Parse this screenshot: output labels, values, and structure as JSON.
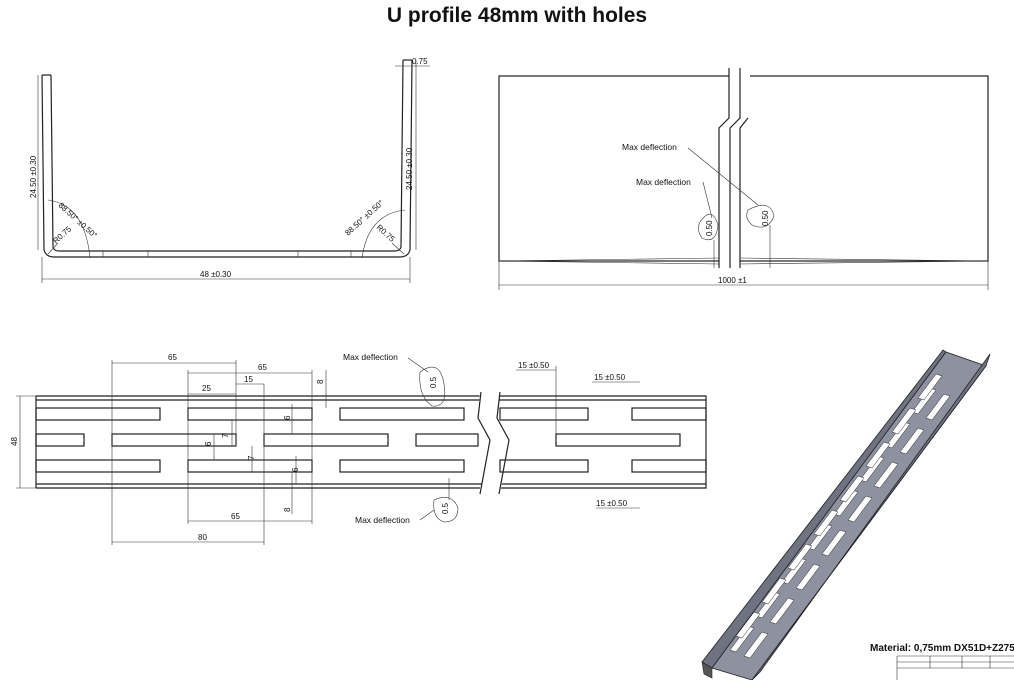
{
  "title": "U profile 48mm with holes",
  "material": "Material: 0,75mm DX51D+Z275",
  "section_view": {
    "thickness": "0.75",
    "left_height": "24.50 ±0.30",
    "right_height": "24.50 ±0.30",
    "left_angle": "88.50° ±0.50°",
    "right_angle": "88.50° ±0.50°",
    "left_radius": "R0.75",
    "right_radius": "R0.75",
    "width": "48 ±0.30"
  },
  "side_view": {
    "label_1": "Max deflection",
    "label_2": "Max deflection",
    "deflection_1": "0.50",
    "deflection_2": "0.50",
    "length": "1000 ±1"
  },
  "plan_view": {
    "dim_65_top": "65",
    "dim_65_mid": "65",
    "dim_25": "25",
    "dim_15": "15",
    "dim_8_top": "8",
    "dim_6_a": "6",
    "dim_6_b": "6",
    "dim_7_a": "7",
    "dim_7_b": "7",
    "dim_6_c": "6",
    "dim_8_bot": "8",
    "dim_65_bot": "65",
    "dim_80": "80",
    "dim_48": "48",
    "deflection_top_label": "Max deflection",
    "deflection_top_value": "0.5",
    "deflection_bot_label": "Max deflection",
    "deflection_bot_value": "0.5",
    "dim_15_050_a": "15 ±0.50",
    "dim_15_050_b": "15 ±0.50",
    "dim_15_050_c": "15 ±0.50"
  }
}
